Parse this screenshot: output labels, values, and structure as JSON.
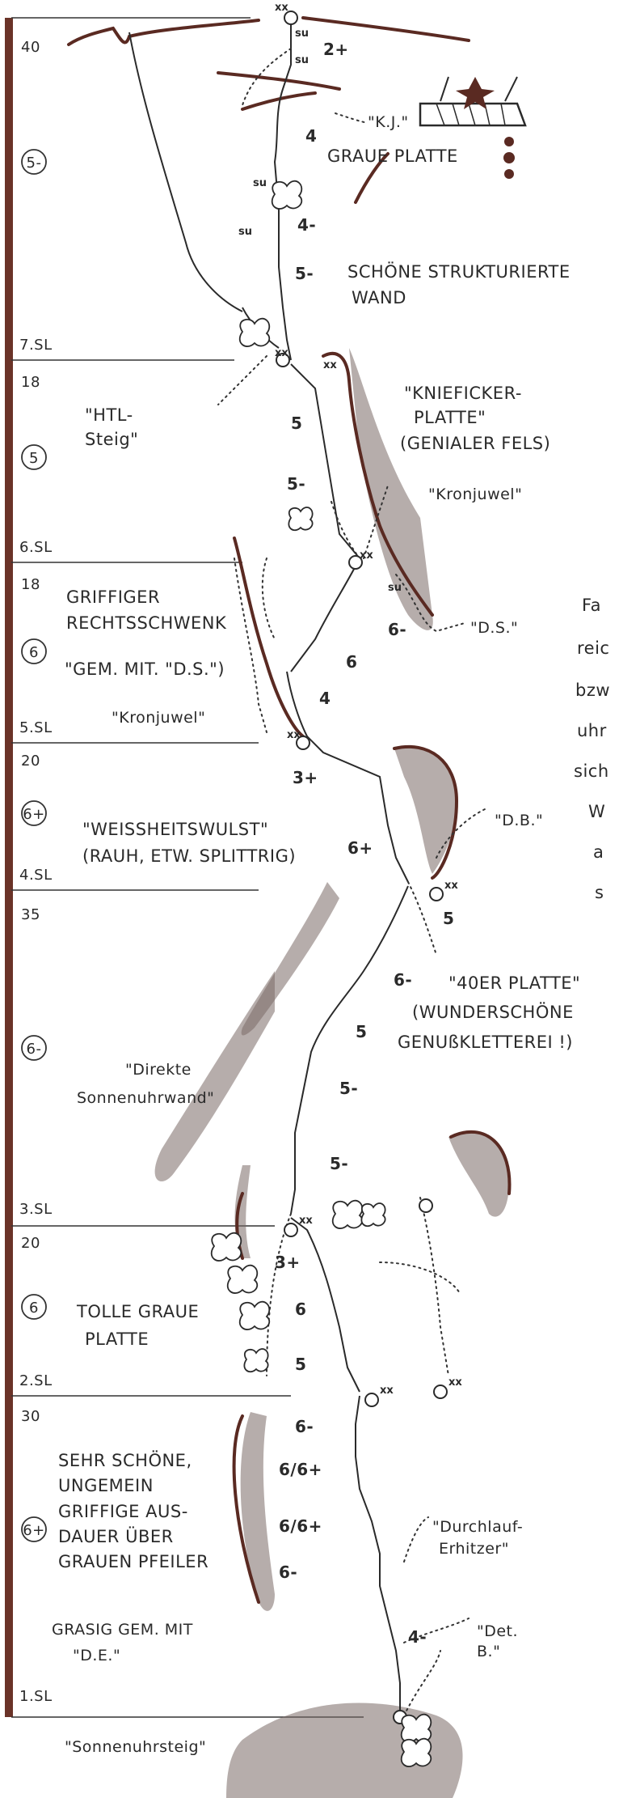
{
  "pitches": [
    {
      "id": "sl7",
      "top_num": "40",
      "grade_circle": "5-",
      "pitch_label": "7.SL"
    },
    {
      "id": "sl6",
      "top_num": "18",
      "grade_circle": "5",
      "pitch_label": "6.SL"
    },
    {
      "id": "sl5",
      "top_num": "18",
      "grade_circle": "6",
      "pitch_label": "5.SL"
    },
    {
      "id": "sl4",
      "top_num": "20",
      "grade_circle": "6+",
      "pitch_label": "4.SL"
    },
    {
      "id": "sl3",
      "top_num": "35",
      "grade_circle": "6-",
      "pitch_label": "3.SL"
    },
    {
      "id": "sl2",
      "top_num": "20",
      "grade_circle": "6",
      "pitch_label": "2.SL"
    },
    {
      "id": "sl1",
      "top_num": "30",
      "grade_circle": "6+",
      "pitch_label": "1.SL"
    }
  ],
  "descriptions": {
    "kj": "\"K.J.\"",
    "graue_platte": "GRAUE PLATTE",
    "schoene_1": "SCHÖNE STRUKTURIERTE",
    "schoene_2": "WAND",
    "htl_1": "\"HTL-",
    "htl_2": "Steig\"",
    "knie_1": "\"KNIEFICKER-",
    "knie_2": "PLATTE\"",
    "knie_3": "(GENIALER FELS)",
    "kronjuwel_top": "\"Kronjuwel\"",
    "griff_1": "GRIFFIGER",
    "griff_2": "RECHTSSCHWENK",
    "gem_ds": "\"GEM. MIT. \"D.S.\")",
    "kronjuwel_left": "\"Kronjuwel\"",
    "ds": "\"D.S.\"",
    "weiss_1": "\"WEISSHEITSWULST\"",
    "weiss_2": "(RAUH, ETW. SPLITTRIG)",
    "db": "\"D.B.\"",
    "vierzig_1": "\"40ER PLATTE\"",
    "vierzig_2": "(WUNDERSCHÖNE",
    "vierzig_3": "GENUßKLETTEREI !)",
    "direkte_1": "\"Direkte",
    "direkte_2": "Sonnenuhrwand\"",
    "tolle_1": "TOLLE GRAUE",
    "tolle_2": "PLATTE",
    "sehr_1": "SEHR SCHÖNE,",
    "sehr_2": "UNGEMEIN",
    "sehr_3": "GRIFFIGE AUS-",
    "sehr_4": "DAUER ÜBER",
    "sehr_5": "GRAUEN PFEILER",
    "grasig_1": "GRASIG GEM. MIT",
    "grasig_2": "\"D.E.\"",
    "durch_1": "\"Durchlauf-",
    "durch_2": "Erhitzer\"",
    "det_1": "\"Det.",
    "det_2": "B.\"",
    "sonnenuhr": "\"Sonnenuhrsteig\""
  },
  "grades": {
    "g1": "2+",
    "g2": "4",
    "g3": "4-",
    "g4": "5-",
    "g5": "5",
    "g6": "5-",
    "g7": "6-",
    "g8": "6",
    "g9": "4",
    "g10": "3+",
    "g11": "6+",
    "g12": "5",
    "g13": "6-",
    "g14": "5",
    "g15": "5-",
    "g16": "5-",
    "g17": "3+",
    "g18": "6",
    "g19": "5",
    "g20": "6-",
    "g21": "6/6+",
    "g22": "6/6+",
    "g23": "6-",
    "g24": "4-"
  },
  "marks": {
    "su": "su",
    "xx": "xx"
  },
  "margin_text": [
    "Fa",
    "reic",
    "bzw",
    "uhr",
    "sich",
    "W",
    "a",
    "s"
  ]
}
